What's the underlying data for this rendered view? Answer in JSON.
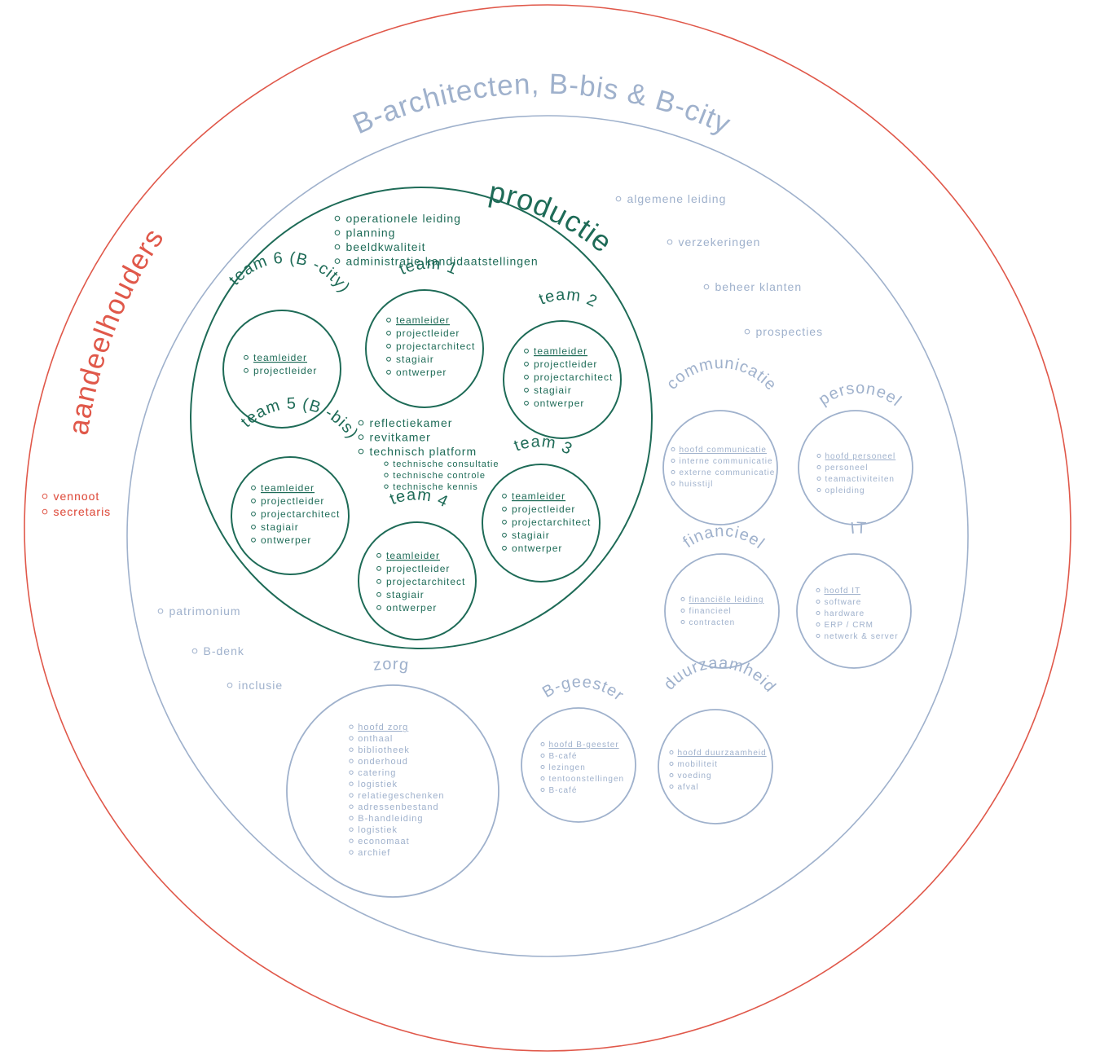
{
  "colors": {
    "shareholders": "#e0584a",
    "company": "#9fb1cc",
    "production": "#1e6b57"
  },
  "shareholders": {
    "title": "aandeelhouders",
    "items": [
      "vennoot",
      "secretaris"
    ]
  },
  "company": {
    "title": "B-architecten, B-bis & B-city",
    "items_right": [
      "algemene leiding",
      "verzekeringen",
      "beheer klanten",
      "prospecties"
    ],
    "items_left": [
      "patrimonium",
      "B-denk",
      "inclusie"
    ]
  },
  "production": {
    "title": "productie",
    "items": [
      "operationele leiding",
      "planning",
      "beeldkwaliteit",
      "administratie kandidaatstellingen"
    ],
    "center_items": [
      "reflectiekamer",
      "revitkamer",
      "technisch platform"
    ],
    "platform_items": [
      "technische consultatie",
      "technische controle",
      "technische kennis"
    ],
    "teams": [
      {
        "id": "team1",
        "title": "team 1",
        "items": [
          "teamleider",
          "projectleider",
          "projectarchitect",
          "stagiair",
          "ontwerper"
        ]
      },
      {
        "id": "team2",
        "title": "team 2",
        "items": [
          "teamleider",
          "projectleider",
          "projectarchitect",
          "stagiair",
          "ontwerper"
        ]
      },
      {
        "id": "team3",
        "title": "team 3",
        "items": [
          "teamleider",
          "projectleider",
          "projectarchitect",
          "stagiair",
          "ontwerper"
        ]
      },
      {
        "id": "team4",
        "title": "team 4",
        "items": [
          "teamleider",
          "projectleider",
          "projectarchitect",
          "stagiair",
          "ontwerper"
        ]
      },
      {
        "id": "team5",
        "title": "team 5 (B -bis)",
        "items": [
          "teamleider",
          "projectleider",
          "projectarchitect",
          "stagiair",
          "ontwerper"
        ]
      },
      {
        "id": "team6",
        "title": "team 6 (B -city)",
        "items": [
          "teamleider",
          "projectleider"
        ]
      }
    ]
  },
  "departments": [
    {
      "id": "communicatie",
      "title": "communicatie",
      "items": [
        "hoofd communicatie",
        "interne communicatie",
        "externe communicatie",
        "huisstijl"
      ]
    },
    {
      "id": "personeel",
      "title": "personeel",
      "items": [
        "hoofd personeel",
        "personeel",
        "teamactiviteiten",
        "opleiding"
      ]
    },
    {
      "id": "financieel",
      "title": "financieel",
      "items": [
        "financiële leiding",
        "financieel",
        "contracten"
      ]
    },
    {
      "id": "it",
      "title": "IT",
      "items": [
        "hoofd IT",
        "software",
        "hardware",
        "ERP / CRM",
        "netwerk & server"
      ]
    },
    {
      "id": "zorg",
      "title": "zorg",
      "items": [
        "hoofd zorg",
        "onthaal",
        "bibliotheek",
        "onderhoud",
        "catering",
        "logistiek",
        "relatiegeschenken",
        "adressenbestand",
        "B-handleiding",
        "logistiek",
        "economaat",
        "archief"
      ]
    },
    {
      "id": "bgeester",
      "title": "B-geester",
      "items": [
        "hoofd B-geester",
        "B-café",
        "lezingen",
        "tentoonstellingen",
        "B-café"
      ]
    },
    {
      "id": "duurzaamheid",
      "title": "duurzaamheid",
      "items": [
        "hoofd duurzaamheid",
        "mobiliteit",
        "voeding",
        "afval"
      ]
    }
  ]
}
